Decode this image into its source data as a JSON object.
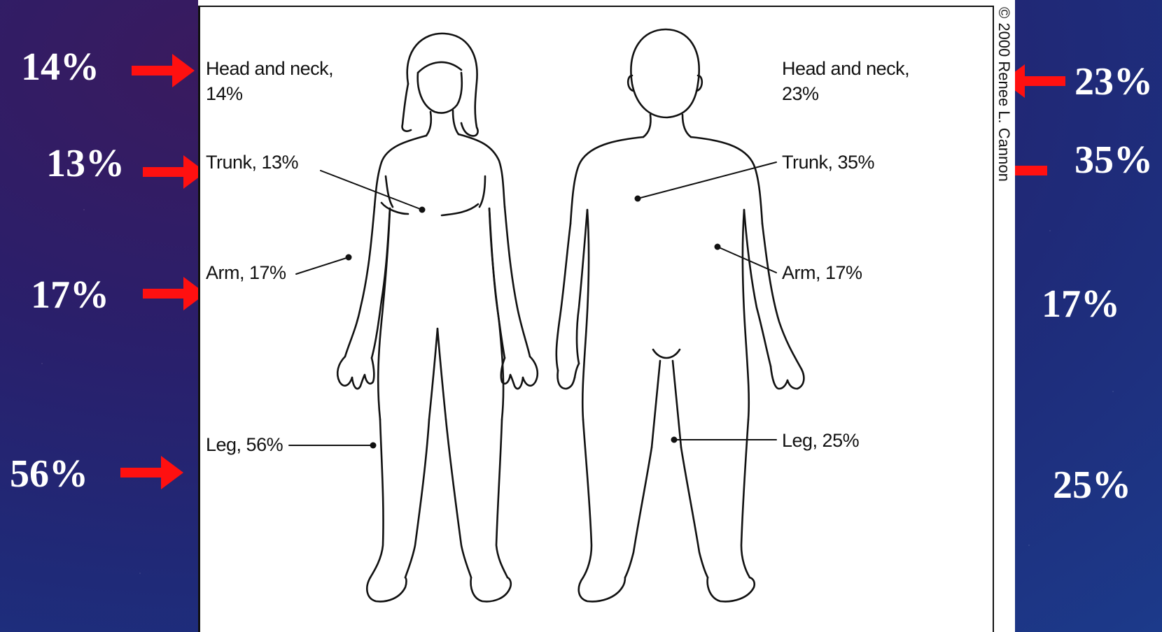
{
  "left_figure": {
    "head_label_line1": "Head and neck,",
    "head_label_line2": "14%",
    "trunk_label": "Trunk, 13%",
    "arm_label": "Arm, 17%",
    "leg_label": "Leg, 56%"
  },
  "right_figure": {
    "head_label_line1": "Head and neck,",
    "head_label_line2": "23%",
    "trunk_label": "Trunk, 35%",
    "arm_label": "Arm, 17%",
    "leg_label": "Leg, 25%"
  },
  "copyright": "© 2000 Renee L. Cannon",
  "callouts_left": {
    "head": "14%",
    "trunk": "13%",
    "arm": "17%",
    "leg": "56%"
  },
  "callouts_right": {
    "head": "23%",
    "trunk": "35%",
    "arm": "17%",
    "leg": "25%"
  },
  "colors": {
    "arrow": "#ff1010",
    "callout_text": "#ffffff",
    "background_top": "#3a1a5e",
    "background_bottom": "#1c3a8a"
  }
}
